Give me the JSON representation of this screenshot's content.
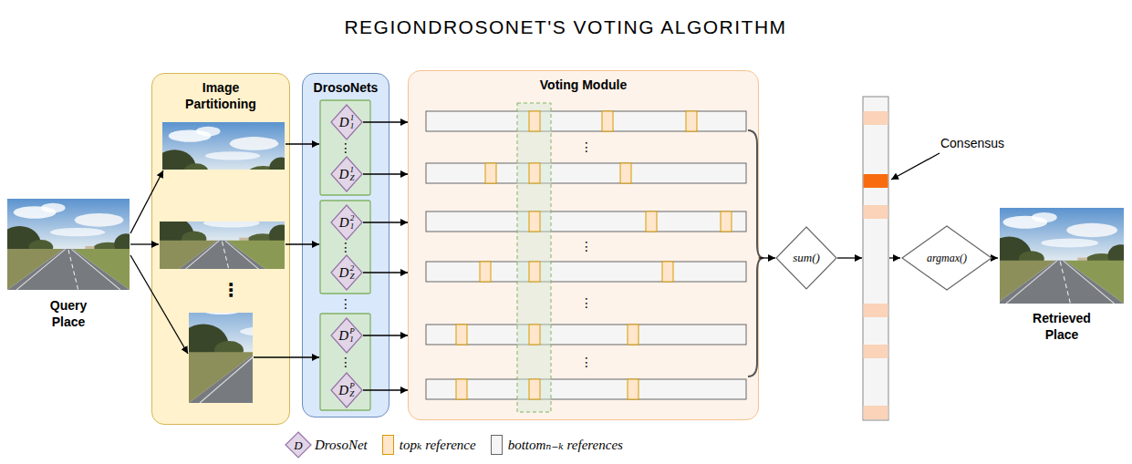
{
  "diagram": {
    "title": "REGIONDROSONET'S VOTING ALGORITHM",
    "nodes": [
      {
        "text": [
          "Query Place"
        ]
      },
      {
        "text": [
          "Image Partitioning"
        ]
      },
      {
        "text": [
          "DrosoNets"
        ]
      },
      {
        "text": [
          "D",
          "1",
          "1"
        ],
        "in": 2
      },
      {
        "text": [
          "D",
          "1",
          "Z"
        ],
        "in": 2
      },
      {
        "text": [
          "D",
          "2",
          "1"
        ],
        "in": 2
      },
      {
        "text": [
          "D",
          "2",
          "Z"
        ],
        "in": 2
      },
      {
        "text": [
          "D",
          "P",
          "1"
        ],
        "in": 2
      },
      {
        "text": [
          "D",
          "P",
          "Z"
        ],
        "in": 2
      },
      {
        "text": [
          "Voting Module"
        ]
      },
      {
        "text": [
          "sum()"
        ]
      },
      {
        "text": [
          "argmax()"
        ]
      },
      {
        "text": [
          "Retrieved Place"
        ]
      }
    ],
    "edges": [
      {
        "from": 3,
        "to": 9,
        "arrow": "to"
      },
      {
        "from": 4,
        "to": 9,
        "arrow": "to"
      },
      {
        "from": 5,
        "to": 9,
        "arrow": "to"
      },
      {
        "from": 6,
        "to": 9,
        "arrow": "to"
      },
      {
        "from": 7,
        "to": 9,
        "arrow": "to"
      },
      {
        "from": 8,
        "to": 9,
        "arrow": "to"
      },
      {
        "from": 9,
        "to": 10,
        "arrow": "to"
      },
      {
        "from": 11,
        "to": 12,
        "arrow": "to"
      }
    ],
    "labels": [
      "⋮",
      "⋮",
      "⋮",
      "⋮",
      "⋮",
      "⋮",
      "⋮",
      "⋮",
      "⋮",
      "Consensus",
      "D"
    ],
    "legend": [
      {
        "text": "DrosoNet"
      },
      {
        "text": "topₖ reference",
        "color": "#ffe6cc"
      },
      {
        "text": "bottomₙ₋ₖ references",
        "color": "#f5f5f5"
      }
    ]
  }
}
